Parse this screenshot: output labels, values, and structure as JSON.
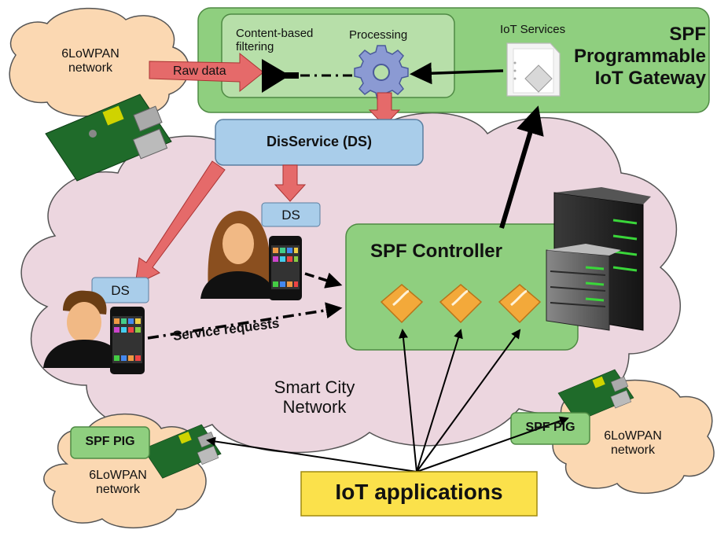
{
  "gateway": {
    "title_line1": "SPF",
    "title_line2": "Programmable",
    "title_line3": "IoT Gateway",
    "content_filtering_line1": "Content-based",
    "content_filtering_line2": "filtering",
    "processing": "Processing",
    "iot_services": "IoT Services"
  },
  "raw_data": "Raw data",
  "disservice": "DisService (DS)",
  "ds_label": "DS",
  "controller_title": "SPF Controller",
  "service_requests": "Service requests",
  "smart_city_line1": "Smart City",
  "smart_city_line2": "Network",
  "lowpan_line1": "6LoWPAN",
  "lowpan_line2": "network",
  "spf_pig": "SPF PIG",
  "iot_applications": "IoT applications",
  "colors": {
    "gateway_green": "#8fcf7f",
    "inner_green": "#b7dfa9",
    "cloud_pink": "#ecd6df",
    "cloud_orange": "#fbd8b2",
    "ds_blue": "#a9cdea",
    "arrow_red": "#e56a6a",
    "apps_yellow": "#fbe14b"
  }
}
